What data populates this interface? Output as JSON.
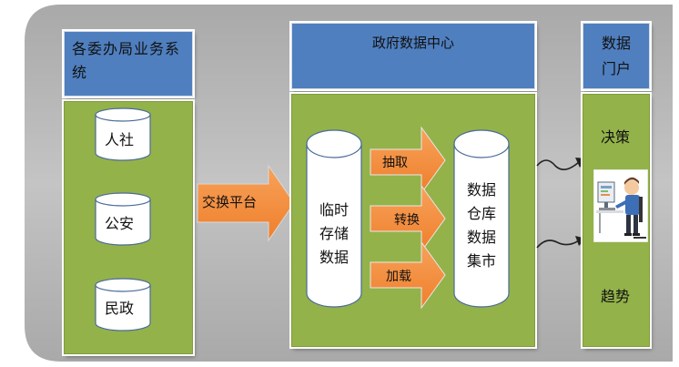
{
  "left_column": {
    "title": "各委办局业务系统",
    "databases": [
      "人社",
      "公安",
      "民政"
    ]
  },
  "exchange_label": "交换平台",
  "center_column": {
    "title": "政府数据中心",
    "staging_label": [
      "临时",
      "存储",
      "数据"
    ],
    "process_steps": [
      "抽取",
      "转换",
      "加载"
    ],
    "warehouse_label": [
      "数据",
      "仓库",
      "数据",
      "集市"
    ]
  },
  "right_column": {
    "title": [
      "数据",
      "门户"
    ],
    "top_label": "决策",
    "bottom_label": "趋势"
  },
  "colors": {
    "title_blue": "#4f7fbf",
    "body_green": "#93b24a",
    "arrow_orange": "#f28a3c",
    "background_gray": "#bcbcbc"
  }
}
